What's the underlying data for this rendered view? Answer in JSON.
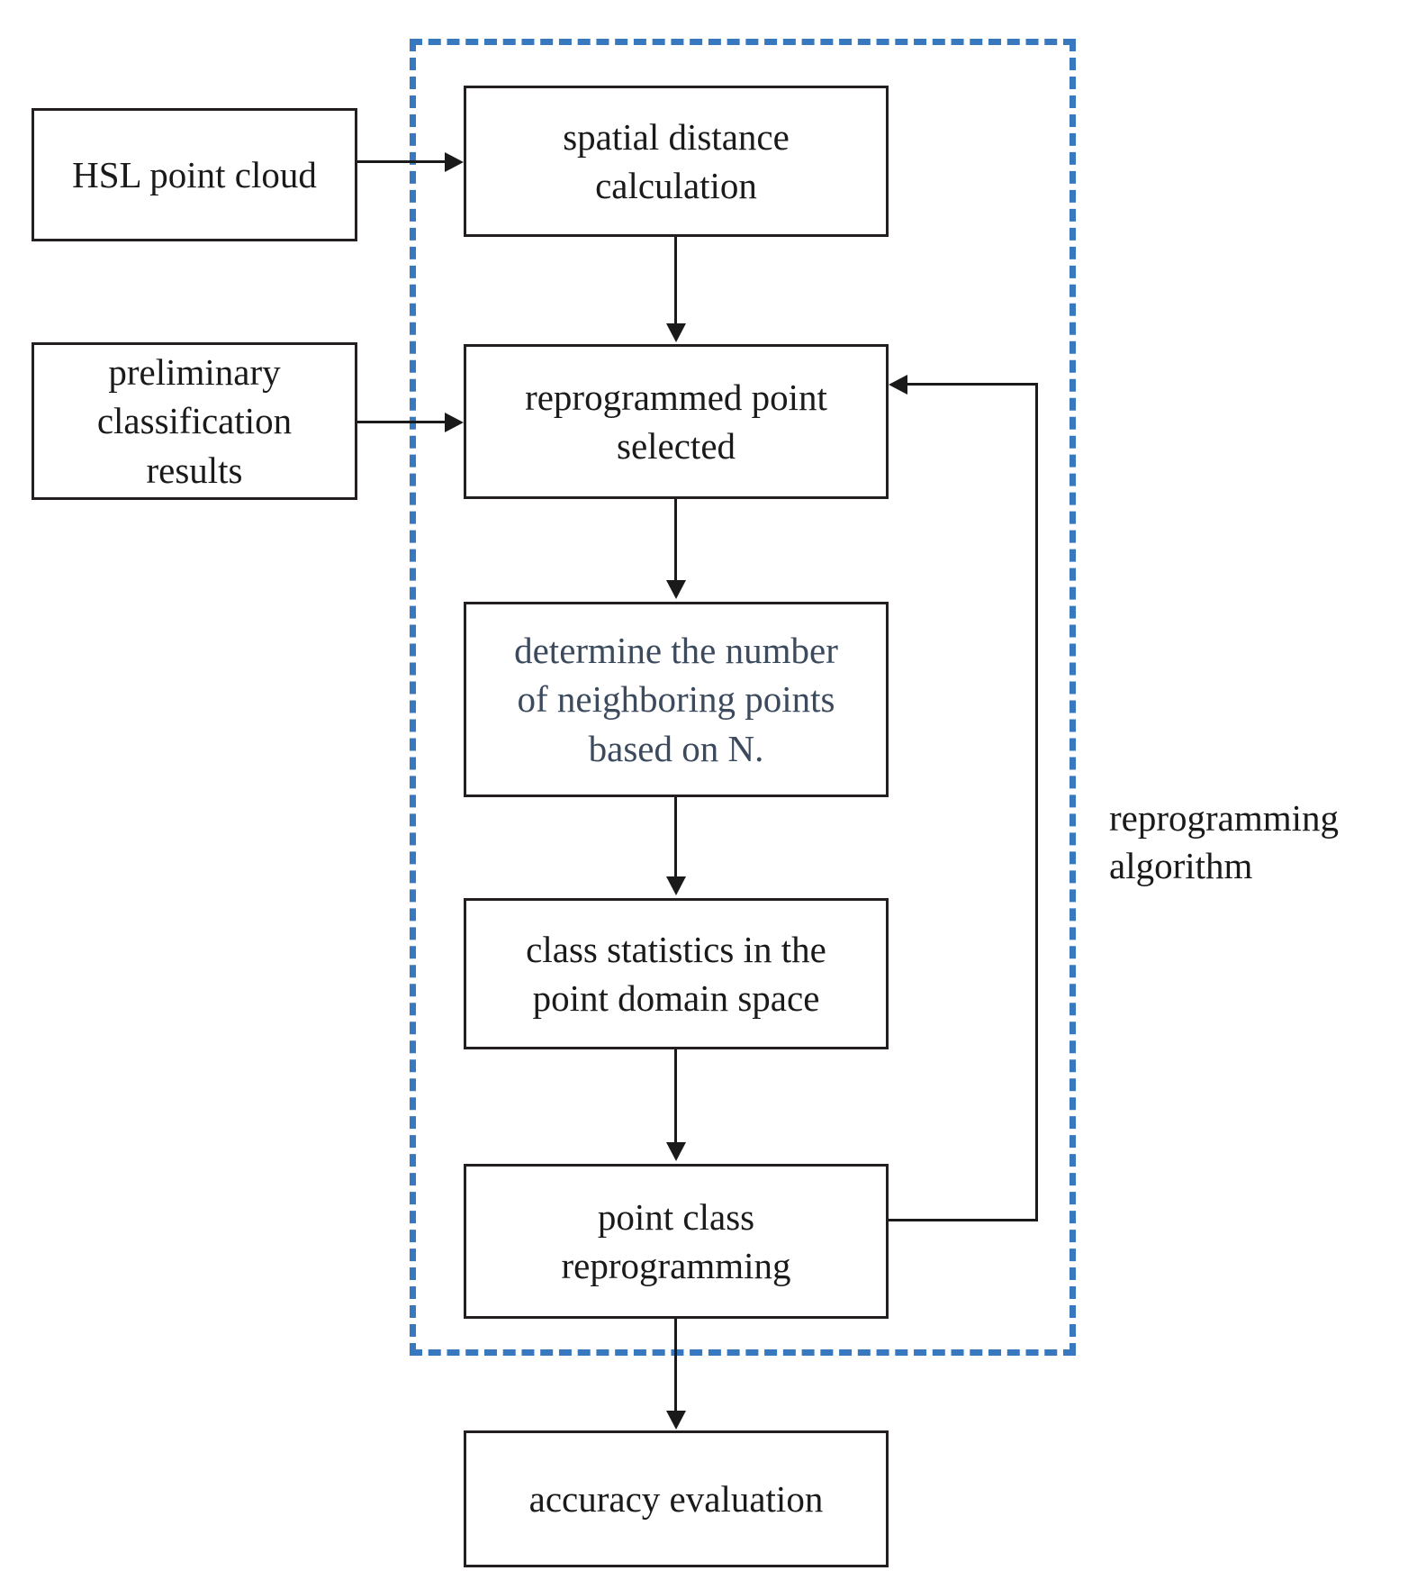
{
  "diagram": {
    "title_caption": "reprogramming\nalgorithm",
    "group_region": {
      "name": "reprogramming-algorithm-group",
      "style": "dashed",
      "color": "#3878be"
    },
    "colors": {
      "box_border": "#231f20",
      "connector": "#1a1a1a",
      "group_dashed": "#3878be",
      "background": "#ffffff",
      "tinted_text": "#3c4a5e"
    },
    "nodes": [
      {
        "id": "hsl-point-cloud",
        "label": "HSL point cloud",
        "inside_group": false
      },
      {
        "id": "preliminary-classification-results",
        "label": "preliminary\nclassification\nresults",
        "inside_group": false
      },
      {
        "id": "spatial-distance-calculation",
        "label": "spatial distance\ncalculation",
        "inside_group": true
      },
      {
        "id": "reprogrammed-point-selected",
        "label": "reprogrammed point\nselected",
        "inside_group": true
      },
      {
        "id": "determine-neighboring-points",
        "label": "determine the number\nof neighboring points\nbased on N.",
        "inside_group": true
      },
      {
        "id": "class-statistics-point-domain-space",
        "label": "class statistics in the\npoint domain space",
        "inside_group": true
      },
      {
        "id": "point-class-reprogramming",
        "label": "point class\nreprogramming",
        "inside_group": true
      },
      {
        "id": "accuracy-evaluation",
        "label": "accuracy evaluation",
        "inside_group": false
      }
    ],
    "edges": [
      {
        "from": "hsl-point-cloud",
        "to": "spatial-distance-calculation",
        "direction": "right"
      },
      {
        "from": "spatial-distance-calculation",
        "to": "reprogrammed-point-selected",
        "direction": "down"
      },
      {
        "from": "preliminary-classification-results",
        "to": "reprogrammed-point-selected",
        "direction": "right"
      },
      {
        "from": "reprogrammed-point-selected",
        "to": "determine-neighboring-points",
        "direction": "down"
      },
      {
        "from": "determine-neighboring-points",
        "to": "class-statistics-point-domain-space",
        "direction": "down"
      },
      {
        "from": "class-statistics-point-domain-space",
        "to": "point-class-reprogramming",
        "direction": "down"
      },
      {
        "from": "point-class-reprogramming",
        "to": "reprogrammed-point-selected",
        "direction": "feedback-loop"
      },
      {
        "from": "point-class-reprogramming",
        "to": "accuracy-evaluation",
        "direction": "down"
      }
    ]
  }
}
